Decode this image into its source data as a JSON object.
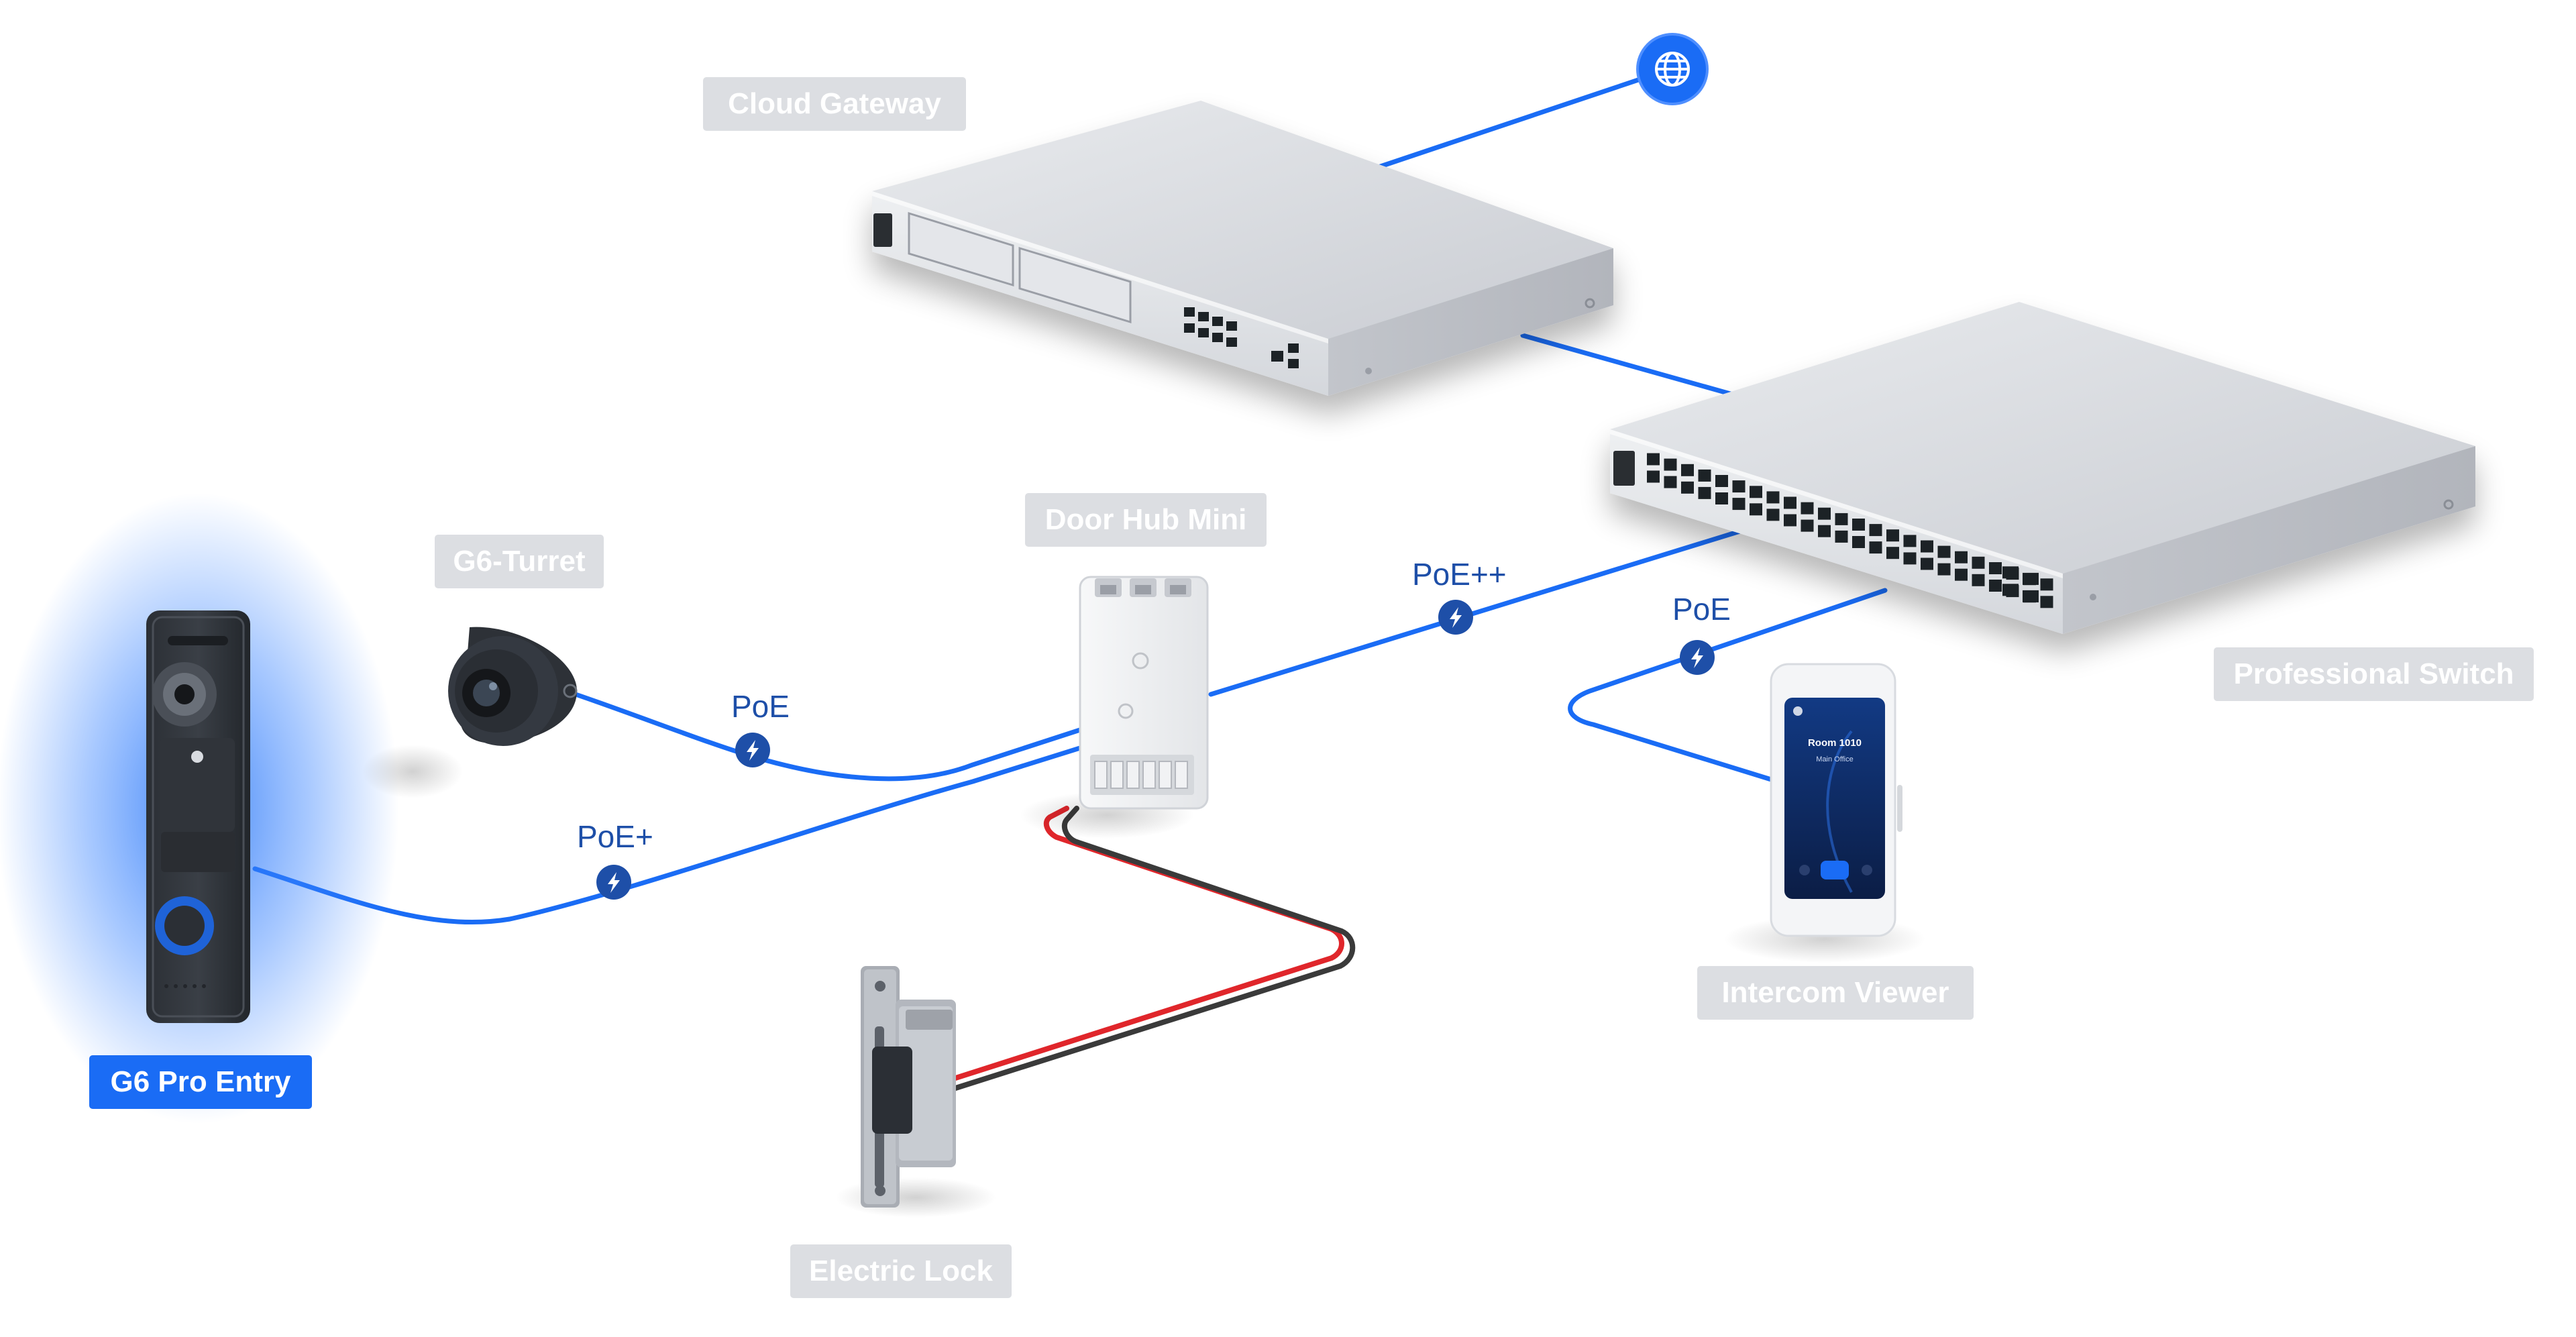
{
  "devices": {
    "cloud_gateway": "Cloud Gateway",
    "door_hub_mini": "Door Hub Mini",
    "g6_turret": "G6-Turret",
    "professional_switch": "Professional Switch",
    "g6_pro_entry": "G6 Pro Entry",
    "intercom_viewer": "Intercom Viewer",
    "electric_lock": "Electric Lock"
  },
  "connections": {
    "turret_poe": "PoE",
    "entry_poe": "PoE+",
    "hub_poe": "PoE++",
    "viewer_poe": "PoE"
  },
  "intercom_screen": {
    "room": "Room 1010",
    "subtitle": "Main Office"
  },
  "icons": {
    "internet": "globe-icon",
    "power": "bolt-icon"
  },
  "colors": {
    "link": "#1a6cf5",
    "poe_badge": "#1e4fa8",
    "highlight": "#1a6cf5",
    "label_bg": "#dcdee2",
    "wire_red": "#e0262b",
    "wire_black": "#3a3a3a"
  }
}
